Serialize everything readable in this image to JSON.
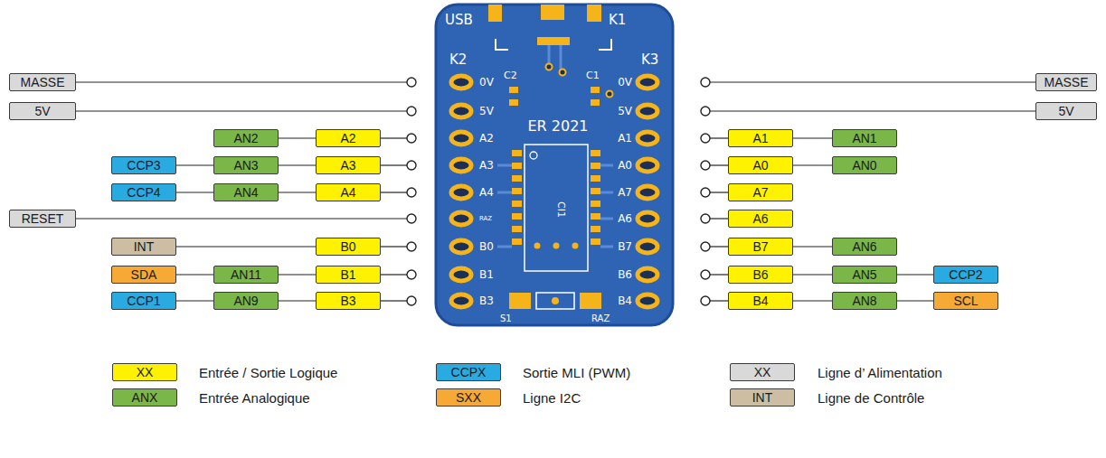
{
  "diagram": {
    "nodes": [
      {
        "text": [
          "MASSE"
        ]
      },
      {
        "text": [
          "MASSE"
        ]
      },
      {
        "text": [
          "5V"
        ]
      },
      {
        "text": [
          "5V"
        ]
      },
      {
        "text": [
          "AN2"
        ]
      },
      {
        "text": [
          "A2"
        ]
      },
      {
        "text": [
          "A1"
        ]
      },
      {
        "text": [
          "AN1"
        ]
      },
      {
        "text": [
          "CCP3"
        ]
      },
      {
        "text": [
          "AN3"
        ]
      },
      {
        "text": [
          "A3"
        ]
      },
      {
        "text": [
          "A0"
        ]
      },
      {
        "text": [
          "AN0"
        ]
      },
      {
        "text": [
          "CCP4"
        ]
      },
      {
        "text": [
          "AN4"
        ]
      },
      {
        "text": [
          "A4"
        ]
      },
      {
        "text": [
          "A7"
        ]
      },
      {
        "text": [
          "RESET"
        ]
      },
      {
        "text": [
          "A6"
        ]
      },
      {
        "text": [
          "INT"
        ]
      },
      {
        "text": [
          "B0"
        ]
      },
      {
        "text": [
          "B7"
        ]
      },
      {
        "text": [
          "AN6"
        ]
      },
      {
        "text": [
          "SDA"
        ]
      },
      {
        "text": [
          "AN11"
        ]
      },
      {
        "text": [
          "B1"
        ]
      },
      {
        "text": [
          "B6"
        ]
      },
      {
        "text": [
          "AN5"
        ]
      },
      {
        "text": [
          "CCP2"
        ]
      },
      {
        "text": [
          "CCP1"
        ]
      },
      {
        "text": [
          "AN9"
        ]
      },
      {
        "text": [
          "B3"
        ]
      },
      {
        "text": [
          "B4"
        ]
      },
      {
        "text": [
          "AN8"
        ]
      },
      {
        "text": [
          "SCL"
        ]
      }
    ],
    "edges": [
      {
        "from": 4,
        "to": 5,
        "arrow": "none"
      },
      {
        "from": 6,
        "to": 7,
        "arrow": "none"
      },
      {
        "from": 8,
        "to": 9,
        "arrow": "none"
      },
      {
        "from": 9,
        "to": 10,
        "arrow": "none"
      },
      {
        "from": 11,
        "to": 12,
        "arrow": "none"
      },
      {
        "from": 13,
        "to": 14,
        "arrow": "none"
      },
      {
        "from": 14,
        "to": 15,
        "arrow": "none"
      },
      {
        "from": 19,
        "to": 20,
        "arrow": "none"
      },
      {
        "from": 21,
        "to": 22,
        "arrow": "none"
      },
      {
        "from": 23,
        "to": 24,
        "arrow": "none"
      },
      {
        "from": 24,
        "to": 25,
        "arrow": "none"
      },
      {
        "from": 26,
        "to": 27,
        "arrow": "none"
      },
      {
        "from": 27,
        "to": 28,
        "arrow": "none"
      },
      {
        "from": 29,
        "to": 30,
        "arrow": "none"
      },
      {
        "from": 30,
        "to": 31,
        "arrow": "none"
      },
      {
        "from": 32,
        "to": 33,
        "arrow": "none"
      },
      {
        "from": 33,
        "to": 34,
        "arrow": "none"
      }
    ],
    "labels": [
      "USB",
      "K1",
      "K2",
      "K3",
      "C2",
      "C1",
      "0V",
      "5V",
      "A2",
      "A3",
      "A4",
      "RAZ",
      "B0",
      "B1",
      "B3",
      "0V",
      "5V",
      "A1",
      "A0",
      "A7",
      "A6",
      "B7",
      "B6",
      "B4",
      "ER 2021",
      "CI1",
      "S1",
      "RAZ",
      "XX",
      "CCPX",
      "XX",
      "ANX",
      "SXX",
      "INT"
    ],
    "legend": [
      {
        "text": "Entrée / Sortie Logique",
        "color": "#fff200"
      },
      {
        "text": "Sortie MLI (PWM)",
        "color": "#29abe2"
      },
      {
        "text": "Ligne d’ Alimentation",
        "color": "#d9d9d9"
      },
      {
        "text": "Entrée Analogique",
        "color": "#7ab648"
      },
      {
        "text": "Ligne I2C",
        "color": "#f7a935"
      },
      {
        "text": "Ligne de Contrôle",
        "color": "#cdbea3"
      }
    ]
  }
}
